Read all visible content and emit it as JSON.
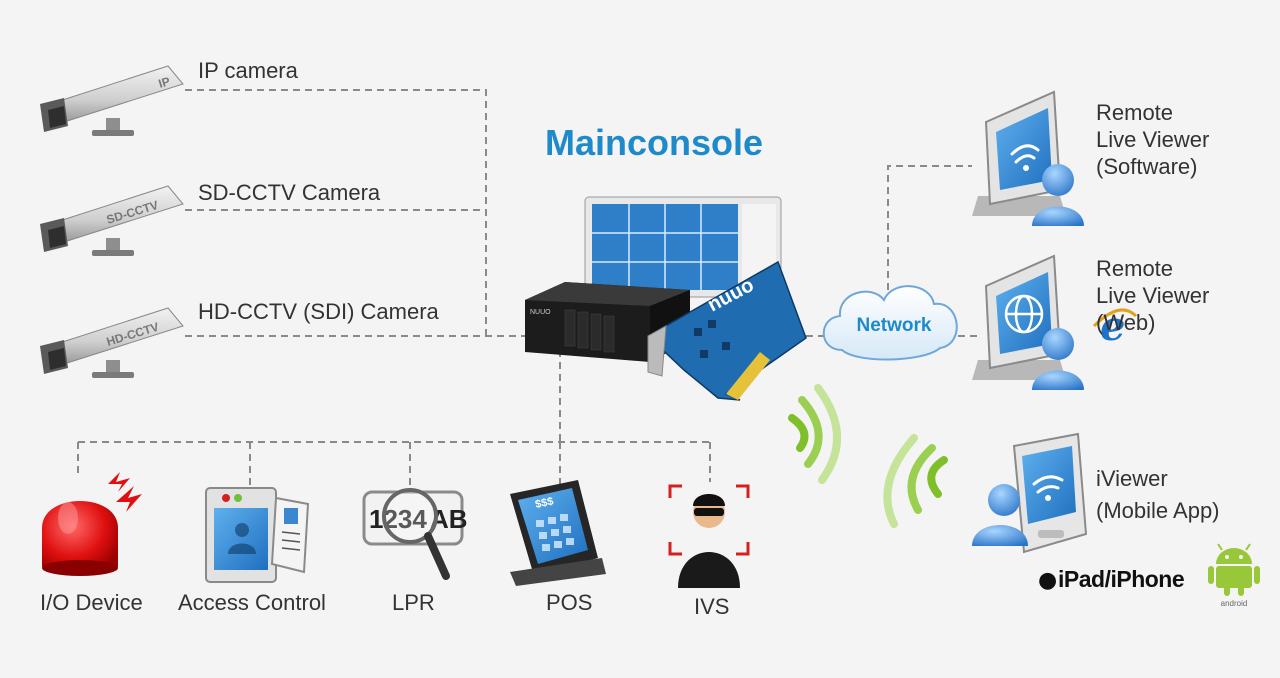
{
  "title": "Mainconsole",
  "cameras": [
    {
      "label": "IP camera",
      "badge": "IP"
    },
    {
      "label": "SD-CCTV Camera",
      "badge": "SD-CCTV"
    },
    {
      "label": "HD-CCTV (SDI) Camera",
      "badge": "HD-CCTV"
    }
  ],
  "peripherals": [
    {
      "label": "I/O Device"
    },
    {
      "label": "Access Control"
    },
    {
      "label": "LPR",
      "plate_left": "1234",
      "plate_right": "AB"
    },
    {
      "label": "POS",
      "screen_text": "$$$"
    },
    {
      "label": "IVS"
    }
  ],
  "server_brand": "NUUO",
  "card_brand": "nuuo",
  "network_label": "Network",
  "viewers": [
    {
      "label": "Remote\nLive Viewer\n(Software)"
    },
    {
      "label": "Remote\nLive Viewer\n(Web)"
    },
    {
      "label": "iViewer\n(Mobile App)"
    }
  ],
  "mobile_platforms": {
    "ios": "iPad/iPhone",
    "android": "android"
  },
  "colors": {
    "title": "#1f8ac9",
    "line": "#8a8a8a",
    "wifi": "#7fbf2a",
    "ivs_frame": "#d42020",
    "alarm": "#d41010"
  }
}
